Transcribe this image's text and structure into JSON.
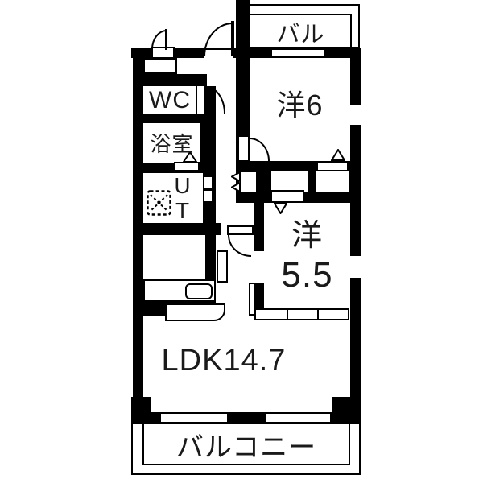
{
  "floorplan": {
    "type": "apartment-floor-plan",
    "wall_color": "#000000",
    "floor_color": "#ffffff",
    "rooms": {
      "balcony_top": {
        "label": "バル"
      },
      "western_6": {
        "label": "洋6"
      },
      "wc": {
        "label": "WC"
      },
      "bathroom": {
        "label": "浴室"
      },
      "utility": {
        "label": "UT"
      },
      "western_5_5": {
        "name": "洋",
        "size": "5.5"
      },
      "ldk": {
        "label": "LDK14.7"
      },
      "balcony_bottom": {
        "label": "バルコニー"
      }
    }
  }
}
